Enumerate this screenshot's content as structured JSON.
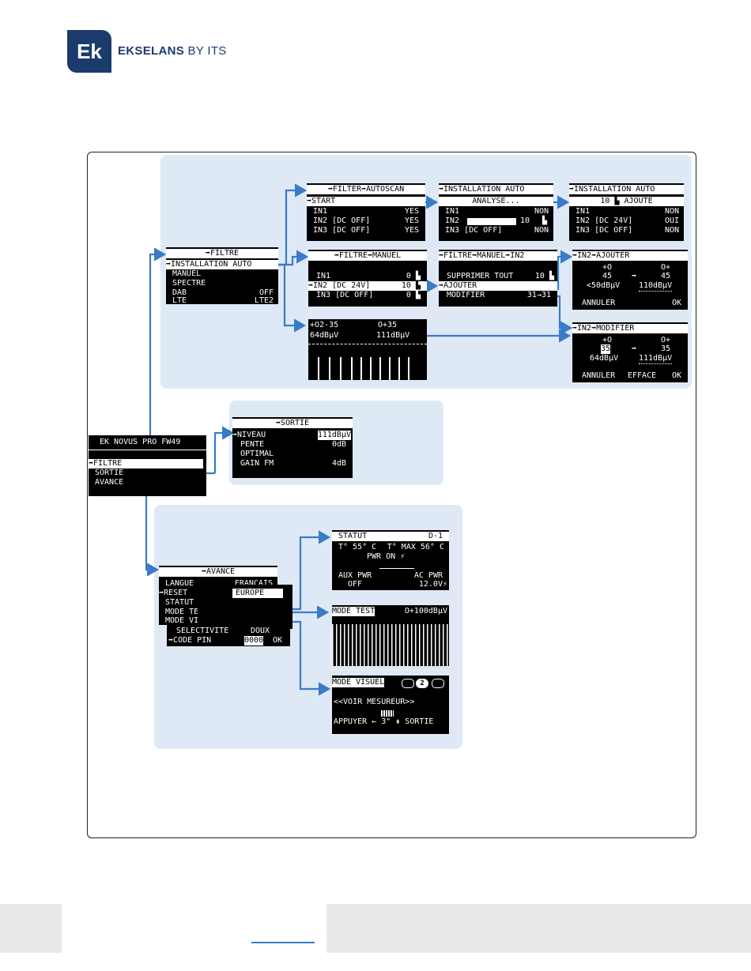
{
  "brand": {
    "logo": "Ek",
    "name_bold": "EKSELANS",
    "name_rest": " BY ITS"
  },
  "main": {
    "title": "EK NOVUS PRO FW49",
    "items": [
      "FILTRE",
      "SORTIE",
      "AVANCE"
    ]
  },
  "filtre": {
    "title": "➡FILTRE",
    "items": [
      "INSTALLATION AUTO",
      "MANUEL",
      "SPECTRE",
      "DAB",
      "LTE"
    ],
    "dab_value": "OFF",
    "lte_value": "LTE2"
  },
  "autoscan": {
    "title": "➡FILTER➡AUTOSCAN",
    "start": "START",
    "in1": "IN1",
    "in1_val": "YES",
    "in2": "IN2 [DC OFF]",
    "in2_val": "YES",
    "in3": "IN3 [DC OFF]",
    "in3_val": "YES"
  },
  "install1": {
    "title": "➡INSTALLATION AUTO",
    "analyse": "ANALYSE...",
    "in1": "IN1",
    "in1_val": "NON",
    "in2": "IN2",
    "in2_val": "10",
    "in3": "IN3 [DC OFF]",
    "in3_val": "NON"
  },
  "install2": {
    "title": "➡INSTALLATION AUTO",
    "added": "10",
    "added_label": "AJOUTE",
    "in1": "IN1",
    "in1_val": "NON",
    "in2": "IN2 [DC 24V]",
    "in2_val": "OUI",
    "in3": "IN3 [DC OFF]",
    "in3_val": "NON"
  },
  "manuel": {
    "title": "➡FILTRE➡MANUEL",
    "in1": "IN1",
    "in1_val": "0",
    "in2": "IN2 [DC 24V]",
    "in2_val": "10",
    "in3": "IN3 [DC OFF]",
    "in3_val": "0"
  },
  "in2menu": {
    "title": "➡FILTRE➡MANUEL➡IN2",
    "suppr": "SUPPRIMER TOUT",
    "suppr_val": "10",
    "ajouter": "AJOUTER",
    "modifier": "MODIFIER",
    "modifier_val": "31→31"
  },
  "ajouter": {
    "title": "➡IN2➡AJOUTER",
    "left_icon": "+O",
    "right_icon": "O+",
    "left_ch": "45",
    "right_ch": "45",
    "left_level": "<50dBµV",
    "right_level": "110dBµV",
    "cancel": "ANNULER",
    "ok": "OK"
  },
  "modifier": {
    "title": "➡IN2➡MODIFIER",
    "left_icon": "+O",
    "right_icon": "O+",
    "left_ch": "35",
    "right_ch": "35",
    "left_level": "64dBµV",
    "right_level": "111dBµV",
    "cancel": "ANNULER",
    "erase": "EFFACE",
    "ok": "OK"
  },
  "spectre": {
    "range": "+O2-35",
    "ch": "O+35",
    "level_left": "64dBµV",
    "level_right": "111dBµV"
  },
  "sortie": {
    "title": "➡SORTIE",
    "niveau": "NIVEAU",
    "niveau_val": "111dBµV",
    "pente": "PENTE",
    "pente_val": "0dB",
    "optimal": "OPTIMAL",
    "gain": "GAIN FM",
    "gain_val": "4dB"
  },
  "avance": {
    "title": "➡AVANCE",
    "langue": "LANGUE",
    "langue_val": "FRANCAIS",
    "reset": "RESET",
    "reset_val": "EUROPE",
    "statut": "STATUT",
    "mode_test": "MODE TEST",
    "mode_visuel": "MODE VISUEL",
    "selectivite": "SELECTIVITE",
    "selectivite_val": "DOUX",
    "code_pin": "CODE PIN",
    "code_val": "0000",
    "code_ok": "OK"
  },
  "statut": {
    "title": "STATUT",
    "id": "D-1",
    "temp": "T° 55° C",
    "tmax": "T° MAX 56° C",
    "pwr": "PWR ON ⚡",
    "aux": "AUX PWR",
    "aux_val": "OFF",
    "ac": "AC PWR",
    "ac_val": "12.0V⚡"
  },
  "modetest": {
    "title": "MODE TEST",
    "value": "O+100dBµV"
  },
  "modevisuel": {
    "title": "MODE VISUEL",
    "badge": "2",
    "line1": "<<VOIR MESUREUR>>",
    "line2": "APPUYER ← 3\" ⇟ SORTIE"
  },
  "colors": {
    "accent": "#3a7bc8",
    "panel": "#dfe9f6",
    "brand": "#1c3b6d"
  }
}
